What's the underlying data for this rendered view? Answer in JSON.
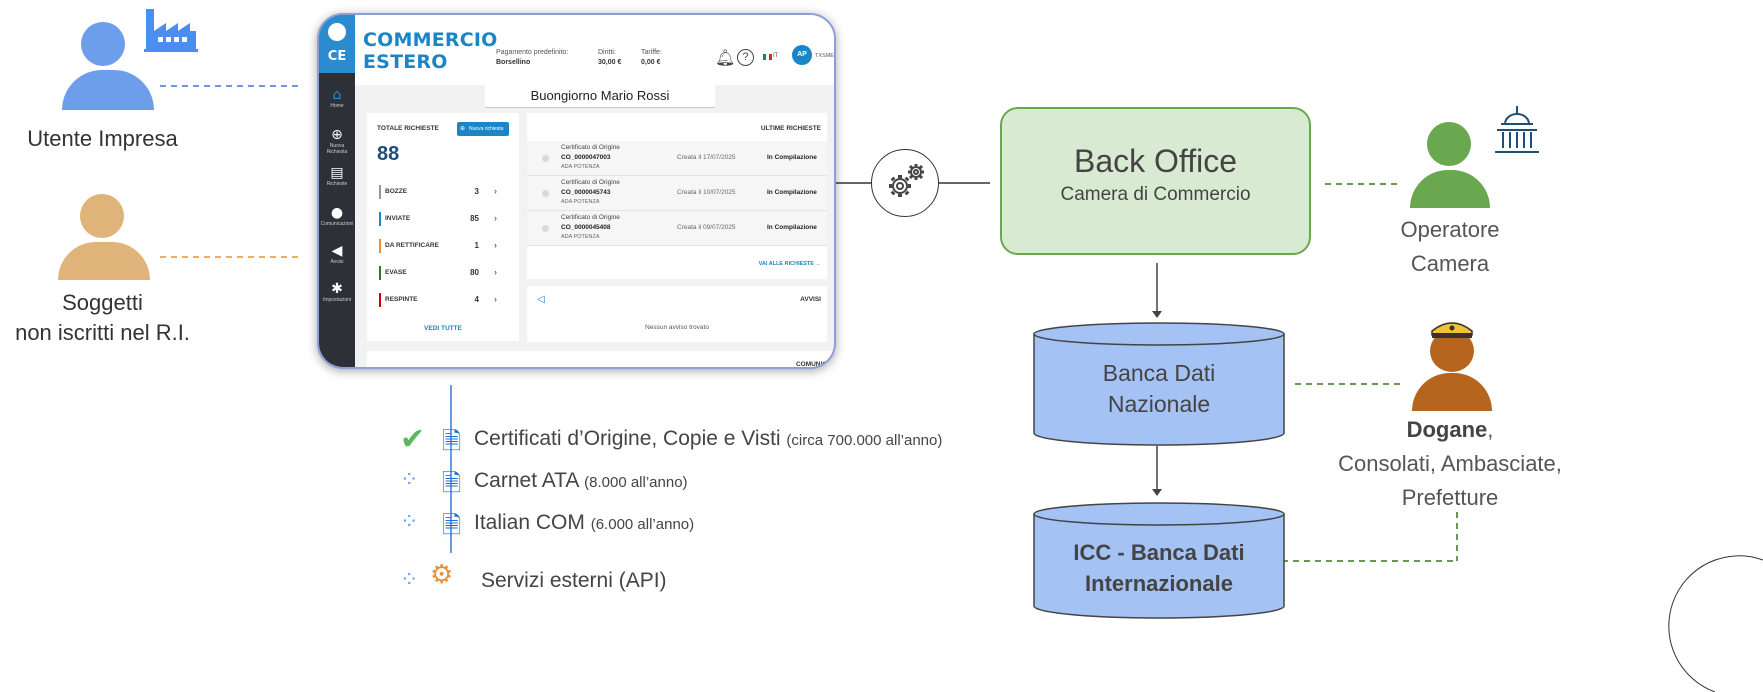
{
  "colors": {
    "impresa_blue": "#6d9eeb",
    "soggetti_orange": "#e0b37a",
    "operatore_green": "#6aa84f",
    "dogane_brown": "#b5651d",
    "backoffice_fill": "#d9ead3",
    "db_fill": "#a4c2f4",
    "app_accent": "#1a86c7",
    "check_green": "#5cb85c",
    "doc_blue": "#1d6fd1"
  },
  "actors_left": [
    {
      "id": "utente-impresa",
      "label": "Utente Impresa",
      "icon": "factory-icon"
    },
    {
      "id": "soggetti",
      "label_line1": "Soggetti",
      "label_line2": "non iscritti nel R.I."
    }
  ],
  "app": {
    "logo_text": "CE",
    "brand_line1": "COMMERCIO",
    "brand_line2": "ESTERO",
    "top": {
      "pagamento_label": "Pagamento predefinito:",
      "pagamento_value": "Borsellino",
      "diritti_label": "Diritti:",
      "diritti_value": "30,00 €",
      "tariffe_label": "Tariffe:",
      "tariffe_value": "0,00 €",
      "lang": "IT",
      "avatar": "AP",
      "user_code": "TXSME"
    },
    "sidebar": [
      {
        "icon": "home-icon",
        "label": "Home"
      },
      {
        "icon": "plus-circle-icon",
        "label": "Nuova Richiesta"
      },
      {
        "icon": "documents-icon",
        "label": "Richieste"
      },
      {
        "icon": "chat-icon",
        "label": "Comunicazioni"
      },
      {
        "icon": "megaphone-icon",
        "label": "Avvisi"
      },
      {
        "icon": "gear-icon",
        "label": "Impostazioni"
      }
    ],
    "greeting": "Buongiorno Mario Rossi",
    "totale_label": "TOTALE RICHIESTE",
    "nuova_button": "Nuova richiesta",
    "totale_value": "88",
    "stats": [
      {
        "label": "BOZZE",
        "count": "3",
        "color": "#8e9aa6"
      },
      {
        "label": "INVIATE",
        "count": "85",
        "color": "#1a86c7"
      },
      {
        "label": "DA RETTIFICARE",
        "count": "1",
        "color": "#e69138"
      },
      {
        "label": "EVASE",
        "count": "80",
        "color": "#38761d"
      },
      {
        "label": "RESPINTE",
        "count": "4",
        "color": "#cc0000"
      }
    ],
    "vedi_tutte": "VEDI TUTTE",
    "ultime_label": "ULTIME RICHIESTE",
    "requests": [
      {
        "type": "Certificato di Origine",
        "code": "CO_0000047003",
        "org": "ADA POTENZA",
        "date": "Creata il 17/07/2025",
        "status": "In Compilazione"
      },
      {
        "type": "Certificato di Origine",
        "code": "CO_0000045743",
        "org": "ADA POTENZA",
        "date": "Creata il 10/07/2025",
        "status": "In Compilazione"
      },
      {
        "type": "Certificato di Origine",
        "code": "CO_0000045408",
        "org": "ADA POTENZA",
        "date": "Creata il 09/07/2025",
        "status": "In Compilazione"
      }
    ],
    "vai_alle": "VAI ALLE RICHIESTE →",
    "avvisi_label": "AVVISI",
    "avvisi_empty": "Nessun avviso trovato",
    "comunicazioni_label": "COMUNIC"
  },
  "services": [
    {
      "status": "check",
      "title": "Certificati d’Origine, Copie e Visti",
      "note": "(circa 700.000 all’anno)"
    },
    {
      "status": "loading",
      "title": "Carnet ATA",
      "note": "(8.000 all’anno)"
    },
    {
      "status": "loading",
      "title": "Italian COM",
      "note": "(6.000 all’anno)"
    },
    {
      "status": "loading",
      "title": "Servizi esterni (API)",
      "note": ""
    }
  ],
  "backoffice": {
    "title": "Back Office",
    "subtitle": "Camera di Commercio"
  },
  "db_nazionale": {
    "line1": "Banca Dati",
    "line2": "Nazionale"
  },
  "db_icc": {
    "line1": "ICC - Banca Dati",
    "line2": "Internazionale"
  },
  "actors_right": {
    "operatore": {
      "line1": "Operatore",
      "line2": "Camera",
      "icon": "government-building-icon"
    },
    "dogane": {
      "bold": "Dogane",
      "rest": ",",
      "line2": "Consolati, Ambasciate,",
      "line3": "Prefetture",
      "icon": "police-cap-icon"
    }
  }
}
